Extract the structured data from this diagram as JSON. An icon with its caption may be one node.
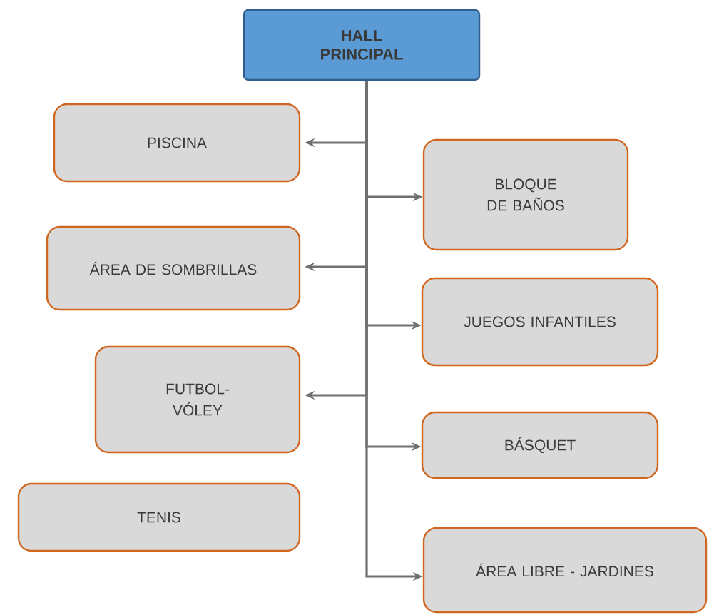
{
  "diagram": {
    "nodes": [
      {
        "text": [
          "HALL PRINCIPAL"
        ]
      },
      {
        "text": [
          "PISCINA"
        ]
      },
      {
        "text": [
          "ÁREA DE SOMBRILLAS"
        ]
      },
      {
        "text": [
          "FUTBOL- VÓLEY"
        ]
      },
      {
        "text": [
          "TENIS"
        ]
      },
      {
        "text": [
          "BLOQUE DE BAÑOS"
        ]
      },
      {
        "text": [
          "JUEGOS INFANTILES"
        ]
      },
      {
        "text": [
          "BÁSQUET"
        ]
      },
      {
        "text": [
          "ÁREA LIBRE - JARDINES"
        ]
      }
    ],
    "edges": [
      {
        "from": 0,
        "to": 1,
        "arrow": "to"
      },
      {
        "from": 0,
        "to": 5,
        "arrow": "to"
      },
      {
        "from": 0,
        "to": 2,
        "arrow": "to"
      },
      {
        "from": 0,
        "to": 6,
        "arrow": "to"
      },
      {
        "from": 0,
        "to": 3,
        "arrow": "to"
      },
      {
        "from": 0,
        "to": 7,
        "arrow": "to"
      },
      {
        "from": 0,
        "to": 8,
        "arrow": "to"
      }
    ]
  }
}
